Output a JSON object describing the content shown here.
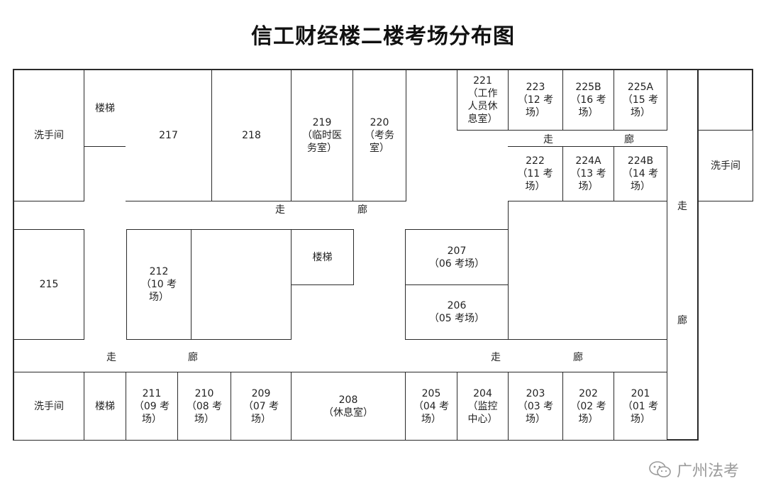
{
  "title": "信工财经楼二楼考场分布图",
  "rooms": {
    "wc_left_top": "洗手间",
    "stair_left_top": "楼梯",
    "r217": "217",
    "r218": "218",
    "r219": "219\n（临时医\n务室）",
    "r220": "220\n（考务\n室）",
    "r221": "221\n（工作\n人员休\n息室）",
    "r223": "223\n（12 考\n场）",
    "r225b": "225B\n（16 考\n场）",
    "r225a": "225A\n（15 考\n场）",
    "r222": "222\n（11 考\n场）",
    "r224a": "224A\n（13 考\n场）",
    "r224b": "224B\n（14 考\n场）",
    "wc_right": "洗手间",
    "r215": "215",
    "r212": "212\n（10 考\n场）",
    "stair_mid": "楼梯",
    "r207": "207\n（06 考场）",
    "r206": "206\n（05 考场）",
    "wc_left_bottom": "洗手间",
    "stair_left_bottom": "楼梯",
    "r211": "211\n（09 考\n场）",
    "r210": "210\n（08 考\n场）",
    "r209": "209\n（07 考\n场）",
    "r208": "208\n（休息室）",
    "r205": "205\n（04 考\n场）",
    "r204": "204\n（监控\n中心）",
    "r203": "203\n（03 考\n场）",
    "r202": "202\n（02 考\n场）",
    "r201": "201\n（01 考\n场）"
  },
  "corridor": {
    "zou": "走",
    "lang": "廊"
  },
  "watermark": {
    "text": "广州法考",
    "icon": "wechat-icon"
  }
}
